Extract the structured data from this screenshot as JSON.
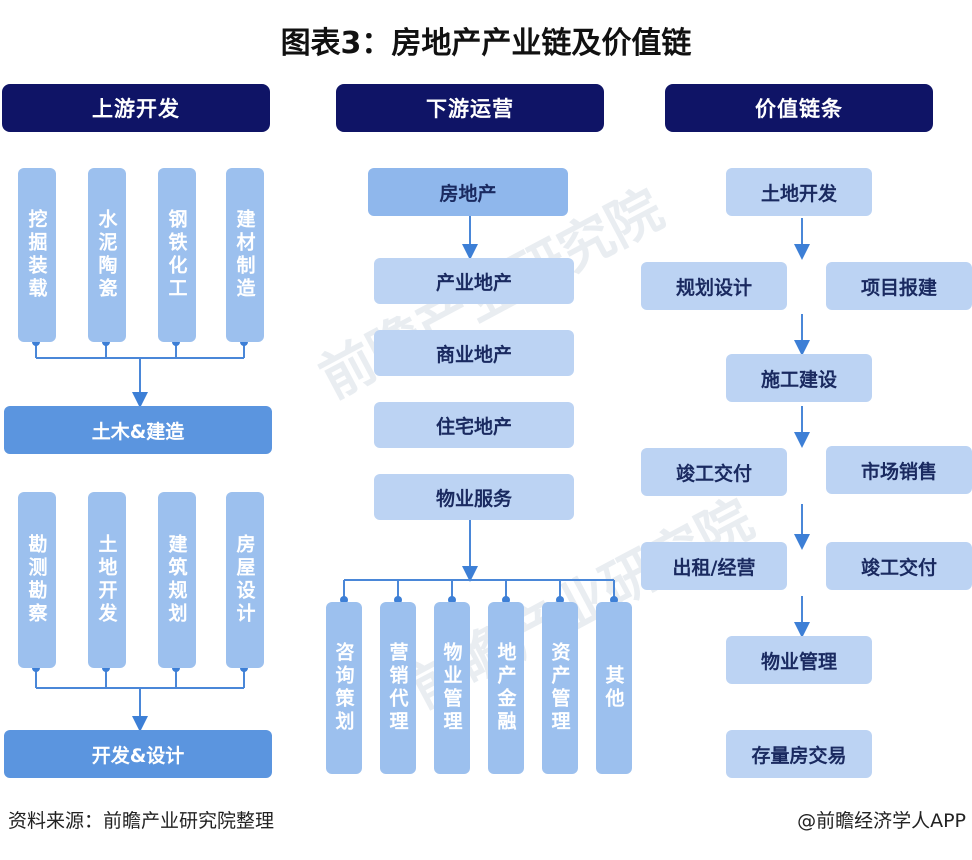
{
  "title": "图表3：房地产产业链及价值链",
  "headers": {
    "upstream": "上游开发",
    "downstream": "下游运营",
    "value_chain": "价值链条"
  },
  "upstream": {
    "top_cols": [
      "挖掘装载",
      "水泥陶瓷",
      "钢铁化工",
      "建材制造"
    ],
    "merge1": "土木&建造",
    "bottom_cols": [
      "勘测勘察",
      "土地开发",
      "建筑规划",
      "房屋设计"
    ],
    "merge2": "开发&设计"
  },
  "downstream": {
    "root": "房地产",
    "items": [
      "产业地产",
      "商业地产",
      "住宅地产",
      "物业服务"
    ],
    "sub_cols": [
      "咨询策划",
      "营销代理",
      "物业管理",
      "地产金融",
      "资产管理",
      "其他"
    ]
  },
  "value_chain": {
    "land": "土地开发",
    "plan": "规划设计",
    "approve": "项目报建",
    "construct": "施工建设",
    "complete": "竣工交付",
    "sales": "市场销售",
    "lease": "出租/经营",
    "complete2": "竣工交付",
    "property": "物业管理",
    "trade": "存量房交易"
  },
  "footer": {
    "source": "资料来源：前瞻产业研究院整理",
    "brand": "@前瞻经济学人APP"
  },
  "watermark": "前瞻产业研究院"
}
